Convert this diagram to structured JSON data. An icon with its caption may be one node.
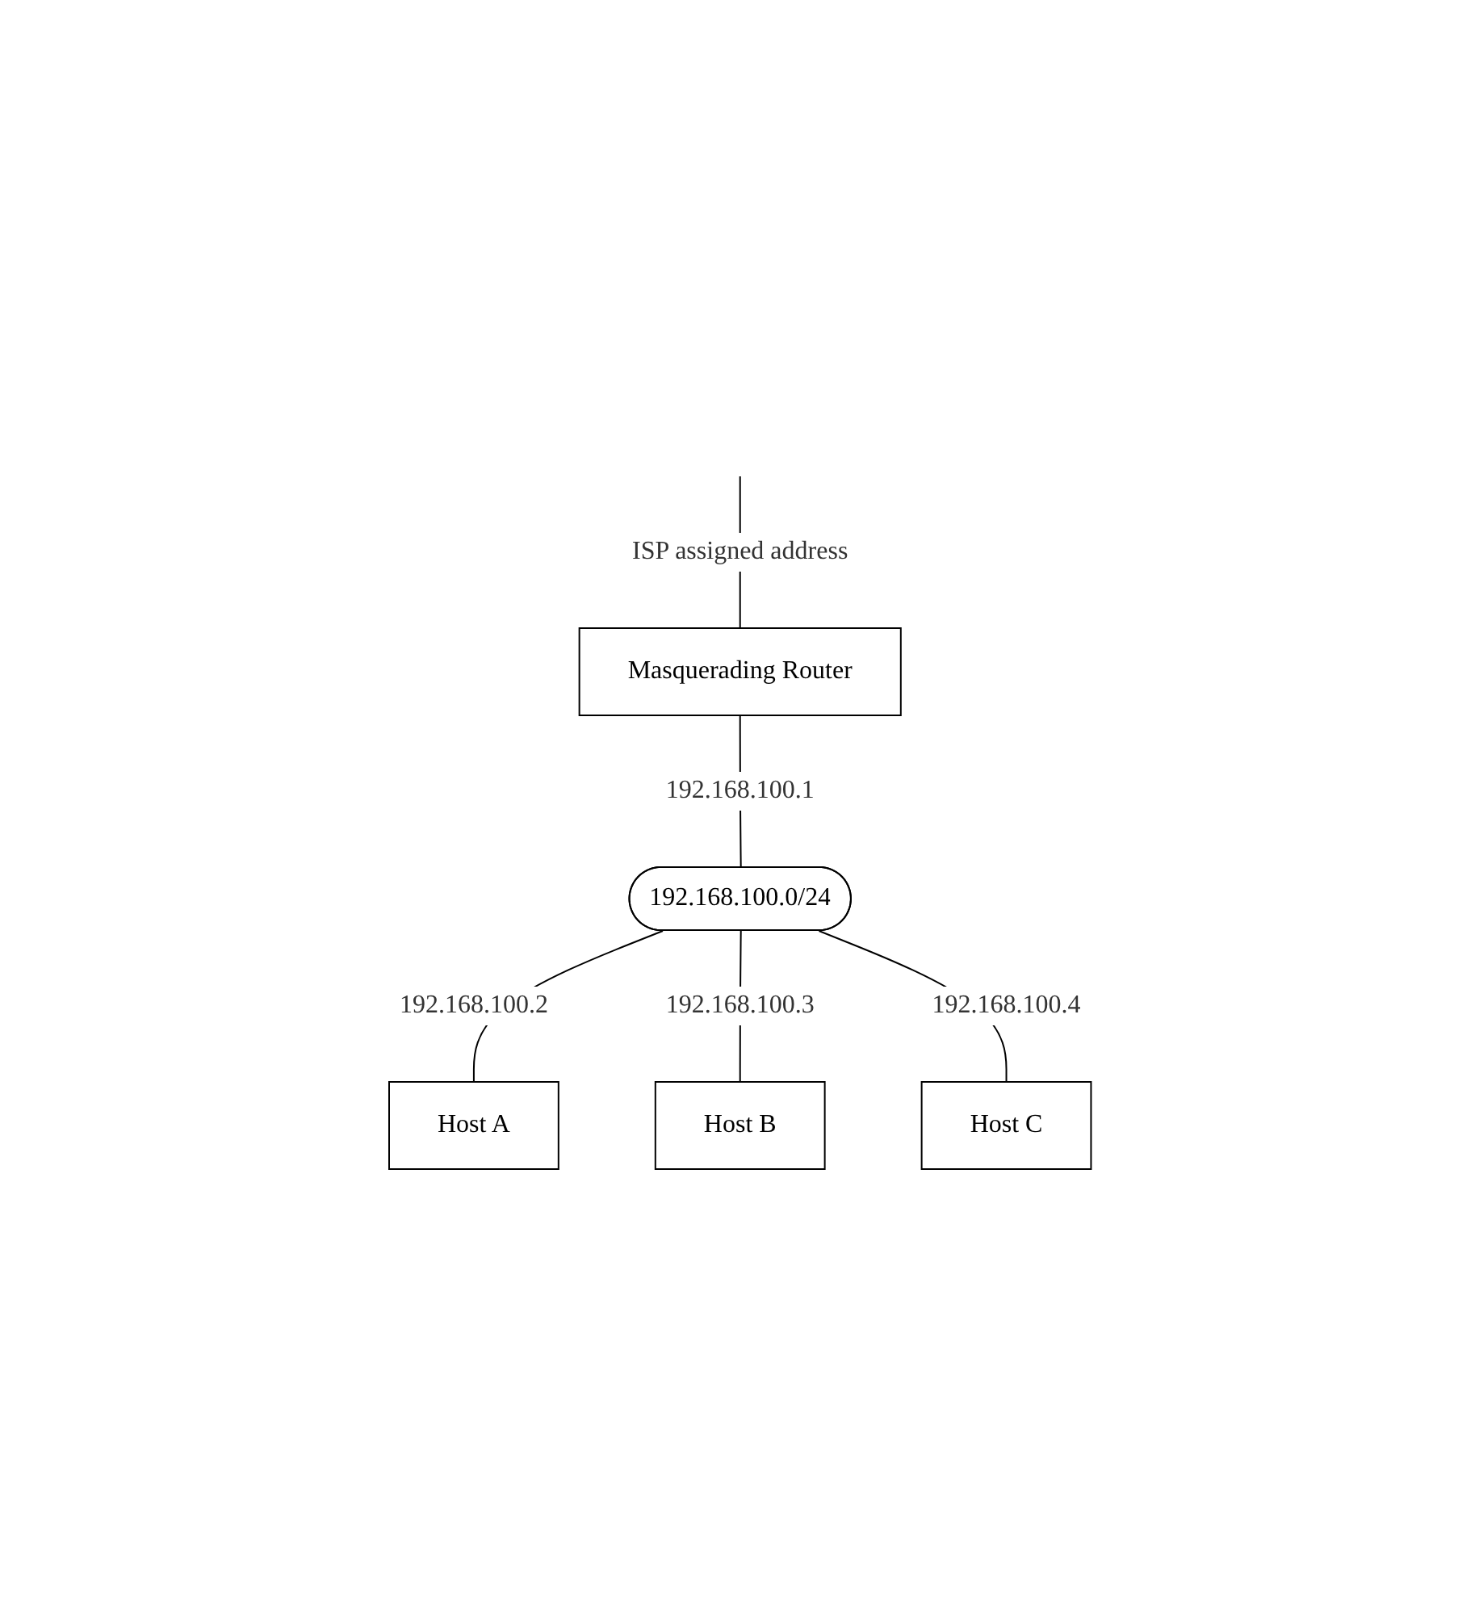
{
  "diagram": {
    "nodes": [
      {
        "text": [
          "Masquerading Router"
        ]
      },
      {
        "text": [
          "192.168.100.0/24"
        ]
      },
      {
        "text": [
          "Host A"
        ]
      },
      {
        "text": [
          "Host B"
        ]
      },
      {
        "text": [
          "Host C"
        ]
      }
    ],
    "edges": [
      {
        "from": null,
        "to": 0,
        "arrow": "none",
        "label": "ISP assigned address"
      },
      {
        "from": 0,
        "to": 1,
        "arrow": "none",
        "label": "192.168.100.1"
      },
      {
        "from": 1,
        "to": 2,
        "arrow": "none",
        "label": "192.168.100.2"
      },
      {
        "from": 1,
        "to": 3,
        "arrow": "none",
        "label": "192.168.100.3"
      },
      {
        "from": 1,
        "to": 4,
        "arrow": "none",
        "label": "192.168.100.4"
      }
    ]
  }
}
